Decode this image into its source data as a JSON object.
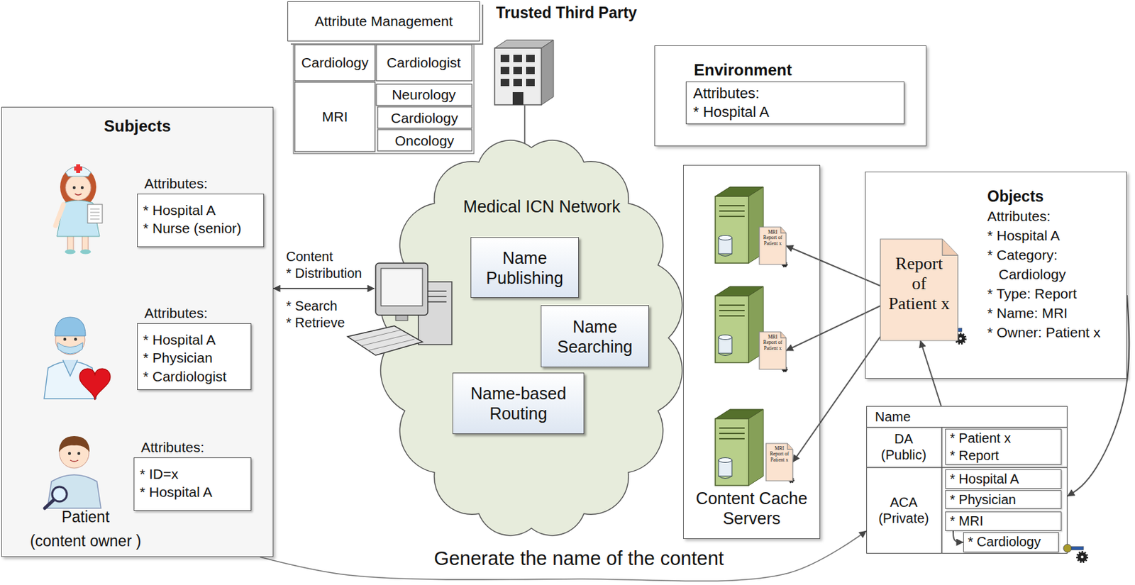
{
  "diagram": {
    "nodes": [
      {
        "text": [
          "Subjects"
        ]
      },
      {
        "text": [
          "Attributes:",
          "* Hospital A",
          "* Nurse (senior)"
        ],
        "in": 0
      },
      {
        "text": [
          "Attributes:",
          "* Hospital A",
          "* Physician",
          "* Cardiologist"
        ],
        "in": 0
      },
      {
        "text": [
          "Attributes:",
          "* ID=x",
          "* Hospital A"
        ],
        "in": 0
      },
      {
        "text": [
          "Attribute Management"
        ]
      },
      {
        "text": [
          "Environment"
        ]
      },
      {
        "text": [
          "Attributes:",
          "* Hospital A"
        ],
        "in": 5
      },
      {
        "text": [
          "Medical ICN Network"
        ]
      },
      {
        "text": [
          "Name Publishing"
        ],
        "in": 7
      },
      {
        "text": [
          "Name Searching"
        ],
        "in": 7
      },
      {
        "text": [
          "Name-based Routing"
        ],
        "in": 7
      },
      {
        "text": [
          "Content Cache Servers"
        ]
      },
      {
        "text": [
          "Objects",
          "Attributes:",
          "* Hospital A",
          "* Category: Cardiology",
          "* Type: Report",
          "* Name: MRI",
          "* Owner: Patient x"
        ]
      },
      {
        "text": [
          "Report of Patient x"
        ],
        "in": 12
      },
      {
        "text": [
          "MRI Report of Patient x"
        ],
        "in": 11
      },
      {
        "text": [
          "MRI Report of Patient x"
        ],
        "in": 11
      },
      {
        "text": [
          "MRI Report of Patient x"
        ],
        "in": 11
      },
      {
        "text": [
          "Name"
        ]
      },
      {
        "text": [
          "* Patient x",
          "* Report"
        ],
        "in": 17
      },
      {
        "text": [
          "* Hospital A"
        ],
        "in": 17
      },
      {
        "text": [
          "* Physician"
        ],
        "in": 17
      },
      {
        "text": [
          "* MRI"
        ],
        "in": 17
      },
      {
        "text": [
          "* Cardiology"
        ],
        "in": 17
      }
    ],
    "edges": [
      {
        "from": 0,
        "to": 7,
        "arrow": "both"
      },
      {
        "from": 0,
        "to": 17,
        "label": "Generate the name of the content",
        "arrow": "to"
      },
      {
        "from": 12,
        "to": 17,
        "arrow": "to"
      },
      {
        "from": 17,
        "to": 13,
        "arrow": "to"
      },
      {
        "from": 13,
        "to": 14,
        "arrow": "to"
      },
      {
        "from": 13,
        "to": 15,
        "arrow": "to"
      },
      {
        "from": 13,
        "to": 16,
        "arrow": "to"
      },
      {
        "from": 21,
        "to": 22,
        "arrow": "to"
      }
    ],
    "labels": [
      "Trusted Third Party",
      "Cardiology",
      "Cardiologist",
      "MRI",
      "Neurology",
      "Cardiology",
      "Oncology",
      "Content",
      "* Distribution",
      "* Search",
      "* Retrieve",
      "Patient",
      "(content owner )",
      "DA (Public)",
      "ACA (Private)"
    ]
  }
}
